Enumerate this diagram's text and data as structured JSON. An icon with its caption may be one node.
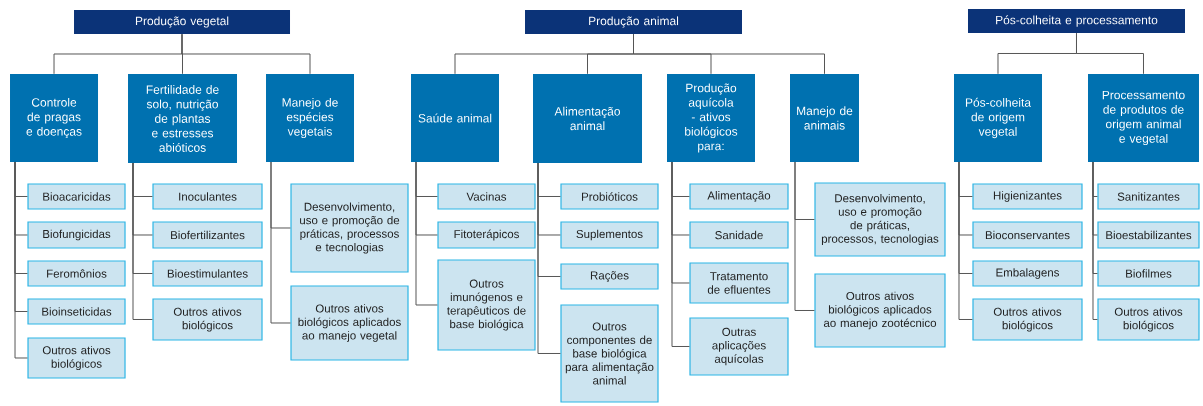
{
  "diagram": {
    "nodes": [
      {
        "text": [
          "Produção vegetal"
        ]
      },
      {
        "text": [
          "Controle de pragas e doenças"
        ]
      },
      {
        "text": [
          "Fertilidade de solo, nutrição de plantas e estresses abióticos"
        ]
      },
      {
        "text": [
          "Manejo de espécies vegetais"
        ]
      },
      {
        "text": [
          "Bioacaricidas"
        ]
      },
      {
        "text": [
          "Biofungicidas"
        ]
      },
      {
        "text": [
          "Feromônios"
        ]
      },
      {
        "text": [
          "Bioinseticidas"
        ]
      },
      {
        "text": [
          "Outros ativos biológicos"
        ]
      },
      {
        "text": [
          "Inoculantes"
        ]
      },
      {
        "text": [
          "Biofertilizantes"
        ]
      },
      {
        "text": [
          "Bioestimulantes"
        ]
      },
      {
        "text": [
          "Outros ativos biológicos"
        ]
      },
      {
        "text": [
          "Desenvolvimento, uso e promoção de práticas, processos e tecnologias"
        ]
      },
      {
        "text": [
          "Outros ativos biológicos aplicados ao manejo vegetal"
        ]
      },
      {
        "text": [
          "Produção animal"
        ]
      },
      {
        "text": [
          "Saúde animal"
        ]
      },
      {
        "text": [
          "Alimentação animal"
        ]
      },
      {
        "text": [
          "Produção aquícola - ativos biológicos para:"
        ]
      },
      {
        "text": [
          "Manejo de animais"
        ]
      },
      {
        "text": [
          "Vacinas"
        ]
      },
      {
        "text": [
          "Fitoterápicos"
        ]
      },
      {
        "text": [
          "Outros imunógenos e terapêuticos de base biológica"
        ]
      },
      {
        "text": [
          "Probióticos"
        ]
      },
      {
        "text": [
          "Suplementos"
        ]
      },
      {
        "text": [
          "Rações"
        ]
      },
      {
        "text": [
          "Outros componentes de base biológica para alimentação animal"
        ]
      },
      {
        "text": [
          "Alimentação"
        ]
      },
      {
        "text": [
          "Sanidade"
        ]
      },
      {
        "text": [
          "Tratamento de efluentes"
        ]
      },
      {
        "text": [
          "Outras aplicações aquícolas"
        ]
      },
      {
        "text": [
          "Desenvolvimento, uso e promoção de práticas, processos, tecnologias"
        ]
      },
      {
        "text": [
          "Outros ativos biológicos aplicados ao manejo zootécnico"
        ]
      },
      {
        "text": [
          "Pós-colheita e processamento"
        ]
      },
      {
        "text": [
          "Pós-colheita de origem vegetal"
        ]
      },
      {
        "text": [
          "Processamento de produtos de origem animal e vegetal"
        ]
      },
      {
        "text": [
          "Higienizantes"
        ]
      },
      {
        "text": [
          "Bioconservantes"
        ]
      },
      {
        "text": [
          "Embalagens"
        ]
      },
      {
        "text": [
          "Outros ativos biológicos"
        ]
      },
      {
        "text": [
          "Sanitizantes"
        ]
      },
      {
        "text": [
          "Bioestabilizantes"
        ]
      },
      {
        "text": [
          "Biofilmes"
        ]
      },
      {
        "text": [
          "Outros ativos biológicos"
        ]
      }
    ],
    "edges": [
      {
        "from": 0,
        "to": 1,
        "arrow": "none"
      },
      {
        "from": 0,
        "to": 2,
        "arrow": "none"
      },
      {
        "from": 0,
        "to": 3,
        "arrow": "none"
      },
      {
        "from": 1,
        "to": 4,
        "arrow": "none"
      },
      {
        "from": 1,
        "to": 5,
        "arrow": "none"
      },
      {
        "from": 1,
        "to": 6,
        "arrow": "none"
      },
      {
        "from": 1,
        "to": 7,
        "arrow": "none"
      },
      {
        "from": 1,
        "to": 8,
        "arrow": "none"
      },
      {
        "from": 2,
        "to": 9,
        "arrow": "none"
      },
      {
        "from": 2,
        "to": 10,
        "arrow": "none"
      },
      {
        "from": 2,
        "to": 11,
        "arrow": "none"
      },
      {
        "from": 2,
        "to": 12,
        "arrow": "none"
      },
      {
        "from": 3,
        "to": 13,
        "arrow": "none"
      },
      {
        "from": 3,
        "to": 14,
        "arrow": "none"
      },
      {
        "from": 15,
        "to": 16,
        "arrow": "none"
      },
      {
        "from": 15,
        "to": 17,
        "arrow": "none"
      },
      {
        "from": 15,
        "to": 18,
        "arrow": "none"
      },
      {
        "from": 15,
        "to": 19,
        "arrow": "none"
      },
      {
        "from": 16,
        "to": 20,
        "arrow": "none"
      },
      {
        "from": 16,
        "to": 21,
        "arrow": "none"
      },
      {
        "from": 16,
        "to": 22,
        "arrow": "none"
      },
      {
        "from": 17,
        "to": 23,
        "arrow": "none"
      },
      {
        "from": 17,
        "to": 24,
        "arrow": "none"
      },
      {
        "from": 17,
        "to": 25,
        "arrow": "none"
      },
      {
        "from": 17,
        "to": 26,
        "arrow": "none"
      },
      {
        "from": 18,
        "to": 27,
        "arrow": "none"
      },
      {
        "from": 18,
        "to": 28,
        "arrow": "none"
      },
      {
        "from": 18,
        "to": 29,
        "arrow": "none"
      },
      {
        "from": 18,
        "to": 30,
        "arrow": "none"
      },
      {
        "from": 19,
        "to": 31,
        "arrow": "none"
      },
      {
        "from": 19,
        "to": 32,
        "arrow": "none"
      },
      {
        "from": 33,
        "to": 34,
        "arrow": "none"
      },
      {
        "from": 33,
        "to": 35,
        "arrow": "none"
      },
      {
        "from": 34,
        "to": 36,
        "arrow": "none"
      },
      {
        "from": 34,
        "to": 37,
        "arrow": "none"
      },
      {
        "from": 34,
        "to": 38,
        "arrow": "none"
      },
      {
        "from": 34,
        "to": 39,
        "arrow": "none"
      },
      {
        "from": 35,
        "to": 40,
        "arrow": "none"
      },
      {
        "from": 35,
        "to": 41,
        "arrow": "none"
      },
      {
        "from": 35,
        "to": 42,
        "arrow": "none"
      },
      {
        "from": 35,
        "to": 43,
        "arrow": "none"
      }
    ]
  }
}
